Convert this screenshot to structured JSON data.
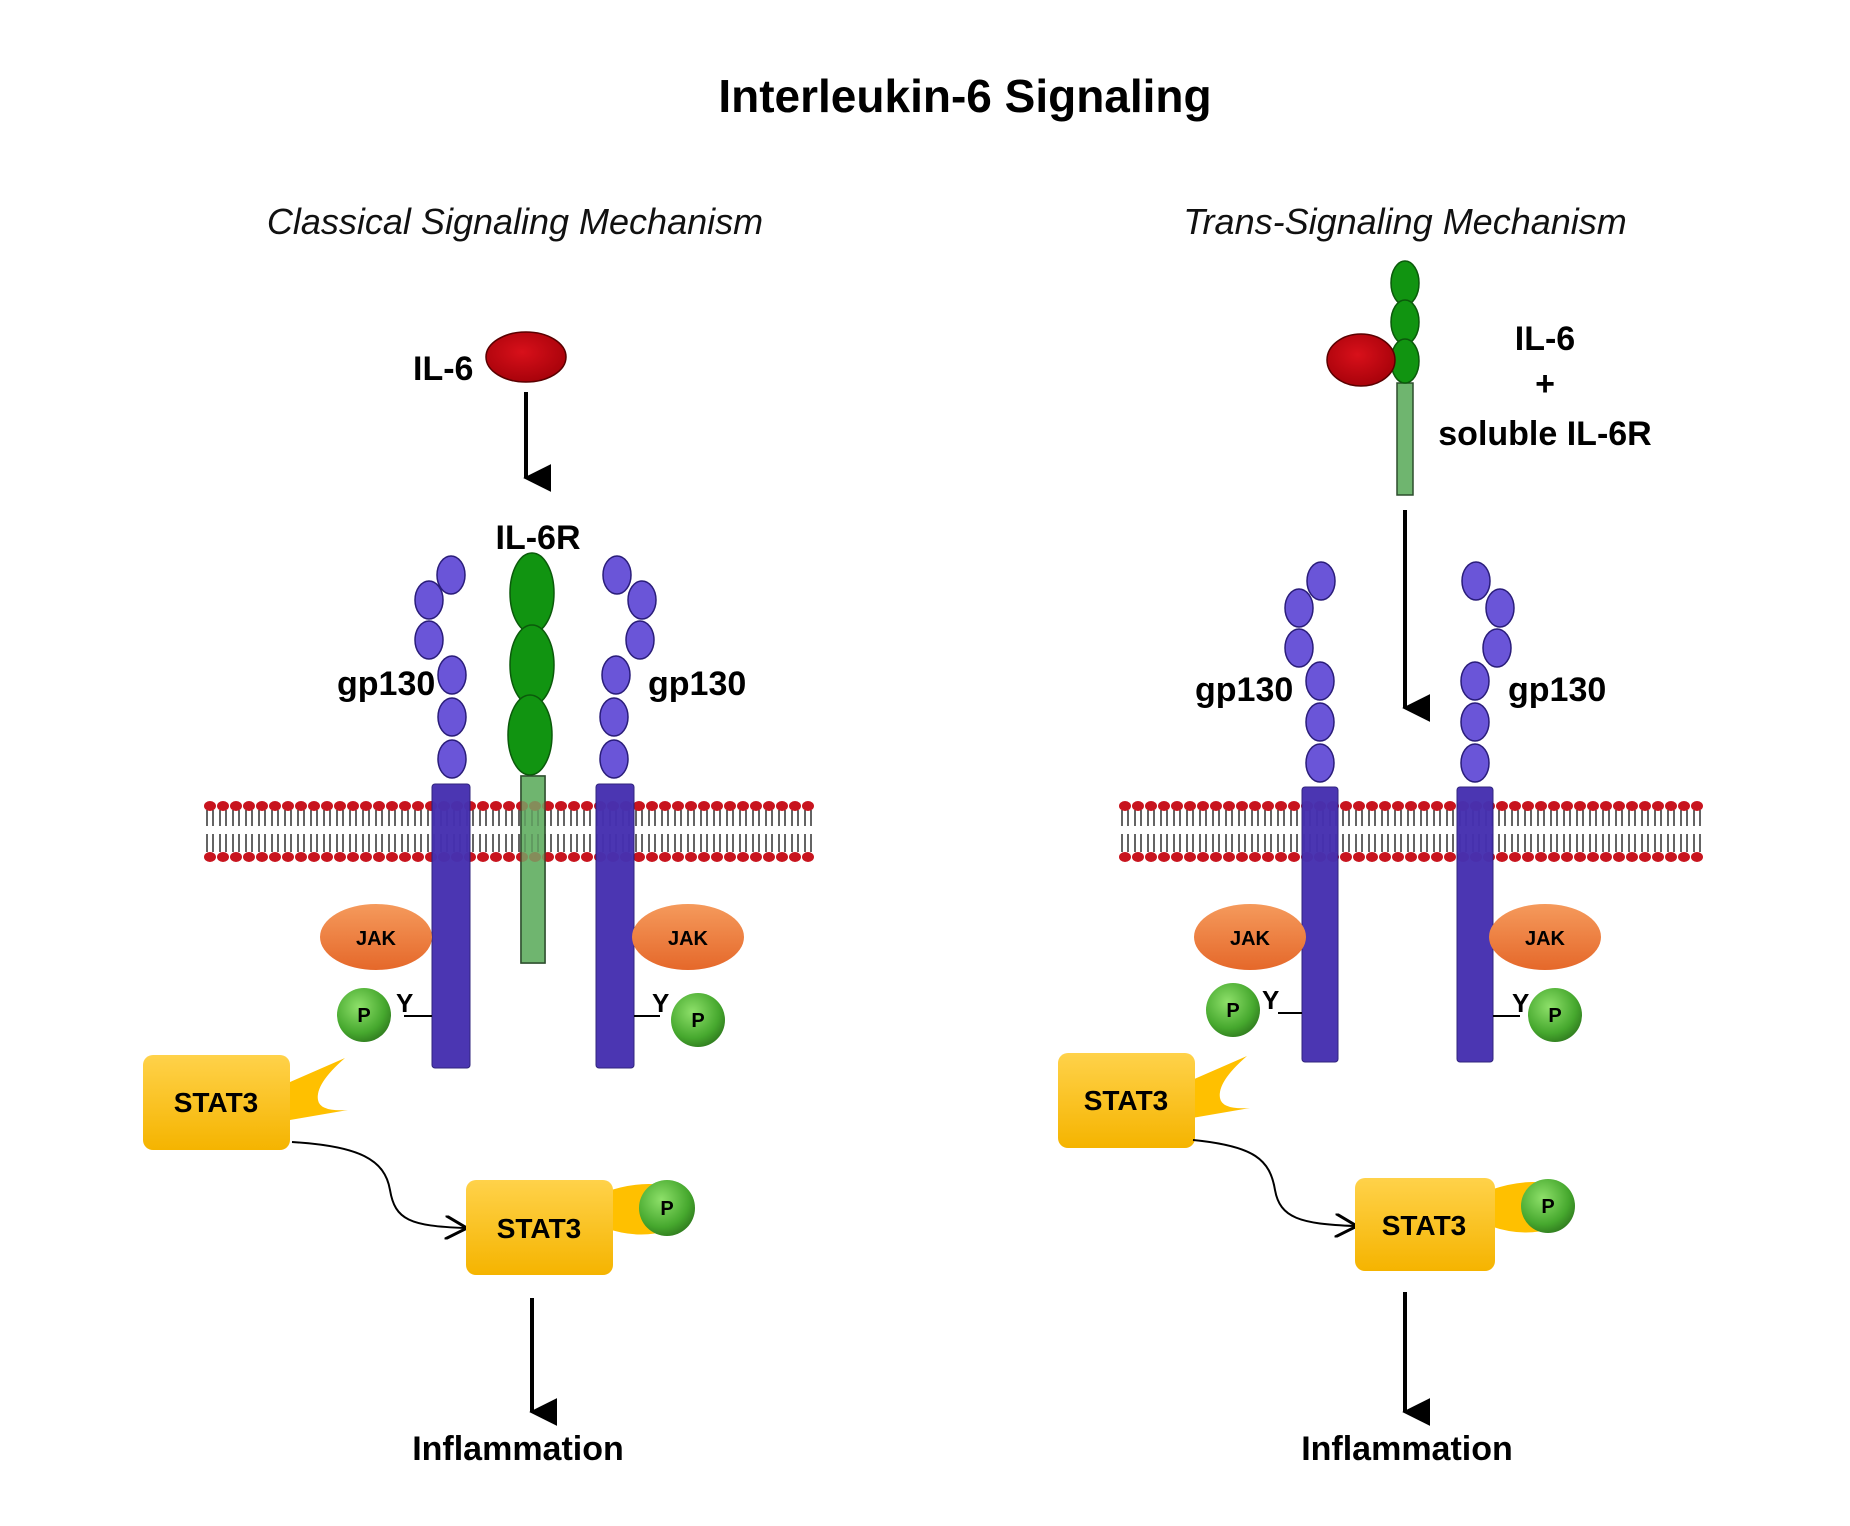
{
  "title": "Interleukin-6 Signaling",
  "colors": {
    "il6": "#c0000a",
    "il6r": "#119411",
    "il6r_stalk": "#6fb56f",
    "gp130_domain": "#6a55d8",
    "gp130_stalk": "#4630b0",
    "jak": "#f0803c",
    "phosphate": "#55b03c",
    "stat3": "#ffc000",
    "membrane_head": "#c8141e"
  },
  "panels": {
    "classical": {
      "heading": "Classical Signaling Mechanism",
      "ligand_label": "IL-6",
      "receptor_label": "IL-6R",
      "gp130_left_label": "gp130",
      "gp130_right_label": "gp130",
      "jak_left": "JAK",
      "jak_right": "JAK",
      "tyrosine_left": "Y",
      "tyrosine_right": "Y",
      "phospho_left": "P",
      "phospho_right": "P",
      "stat3_inactive": "STAT3",
      "stat3_active": "STAT3",
      "stat3_phospho": "P",
      "outcome": "Inflammation"
    },
    "trans": {
      "heading": "Trans-Signaling Mechanism",
      "complex_line1": "IL-6",
      "complex_line2": "+",
      "complex_line3": "soluble IL-6R",
      "gp130_left_label": "gp130",
      "gp130_right_label": "gp130",
      "jak_left": "JAK",
      "jak_right": "JAK",
      "tyrosine_left": "Y",
      "tyrosine_right": "Y",
      "phospho_left": "P",
      "phospho_right": "P",
      "stat3_inactive": "STAT3",
      "stat3_active": "STAT3",
      "stat3_phospho": "P",
      "outcome": "Inflammation"
    }
  }
}
